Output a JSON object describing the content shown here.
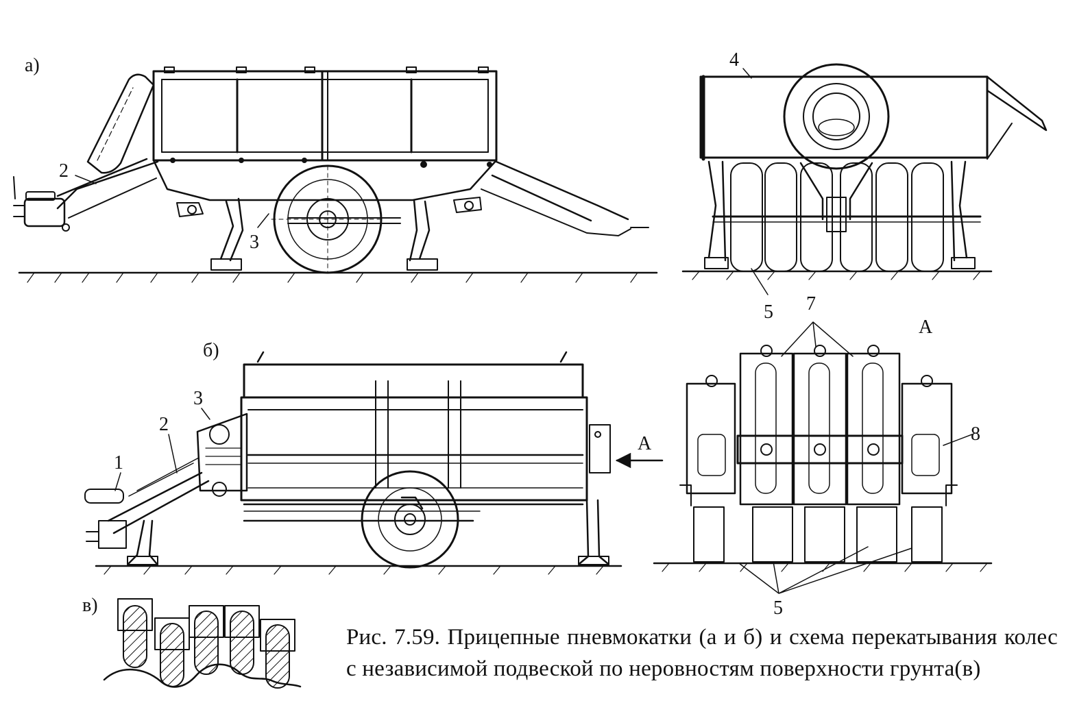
{
  "views": {
    "a": {
      "marker": "а)",
      "callouts": [
        "2",
        "3"
      ]
    },
    "a_rear": {
      "callouts": [
        "4",
        "5"
      ]
    },
    "b": {
      "marker": "б)",
      "callouts": [
        "1",
        "2",
        "3"
      ],
      "arrow_label": "А"
    },
    "view_A": {
      "title": "А",
      "callouts": [
        "7",
        "8",
        "5"
      ]
    },
    "c": {
      "marker": "в)"
    }
  },
  "caption": "Рис. 7.59. Прицепные пневмокатки (а и б) и схема перекатывания колес с независимой подвеской по неровностям поверхности грунта(в)"
}
